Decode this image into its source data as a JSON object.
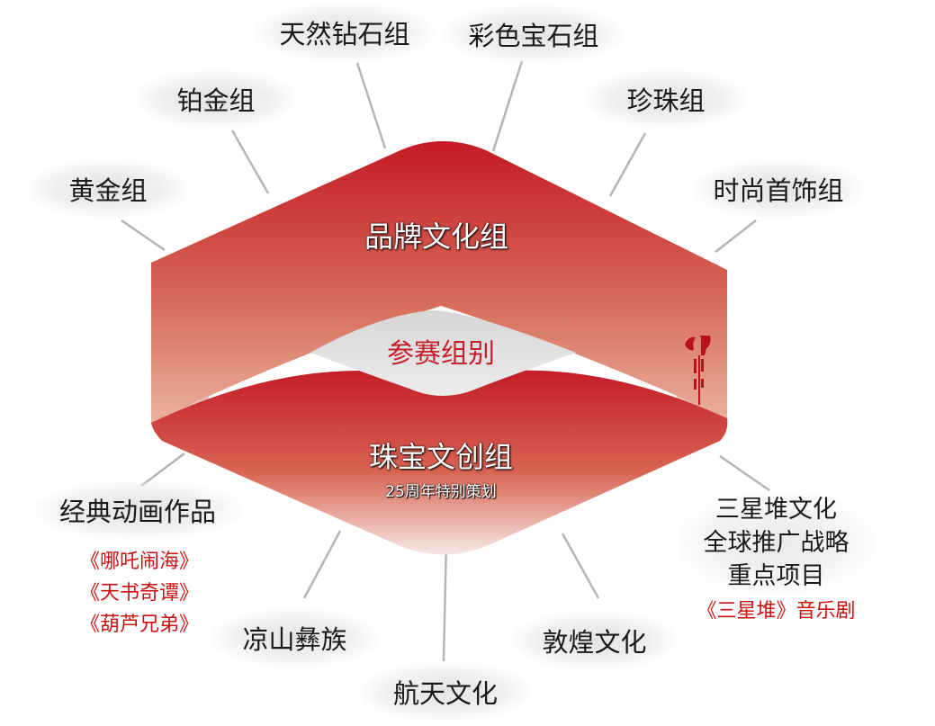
{
  "center": {
    "top_title": "品牌文化组",
    "middle_title": "参赛组别",
    "bottom_title": "珠宝文创组",
    "bottom_subtitle": "25周年特别策划"
  },
  "top_groups": [
    "黄金组",
    "铂金组",
    "天然钻石组",
    "彩色宝石组",
    "珍珠组",
    "时尚首饰组"
  ],
  "bottom_groups": {
    "classic_animation": {
      "label": "经典动画作品",
      "works": [
        "《哪吒闹海》",
        "《天书奇谭》",
        "《葫芦兄弟》"
      ]
    },
    "liangshan": "凉山彝族",
    "aerospace": "航天文化",
    "dunhuang": "敦煌文化",
    "sanxingdui": {
      "lines": [
        "三星堆文化",
        "全球推广战略",
        "重点项目"
      ],
      "work": "《三星堆》音乐剧"
    }
  },
  "colors": {
    "primary_red": "#c8202b",
    "text_red": "#cc1111",
    "pill_gray": "#e6e6e6",
    "connector_gray": "#b5b5b5"
  }
}
